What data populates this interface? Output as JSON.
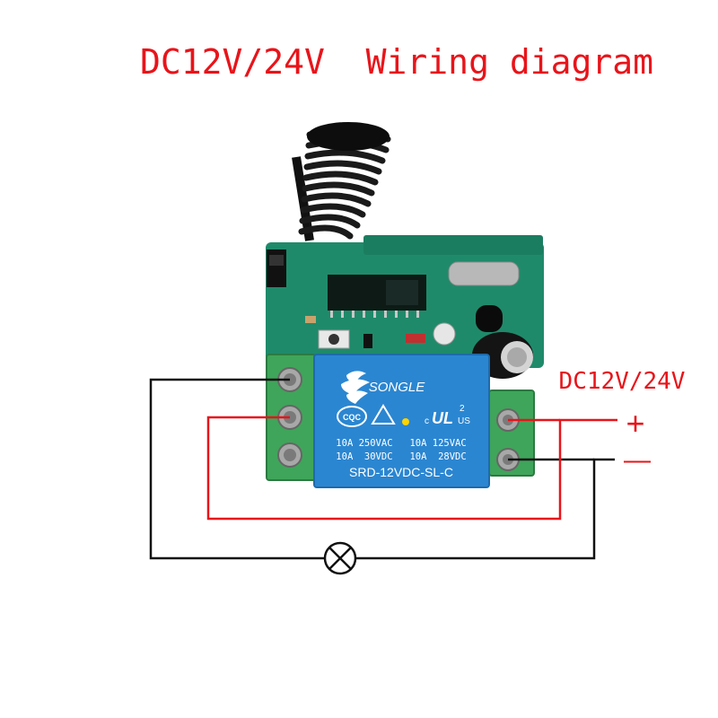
{
  "title": "DC12V/24V  Wiring diagram",
  "power_label": "DC12V/24V",
  "plus_sign": "+",
  "minus_sign": "—",
  "relay": {
    "brand": "SONGLE",
    "cert_left": "CQC",
    "cert_ul": "UL",
    "cert_c": "c",
    "cert_us": "US",
    "cert_num": "2",
    "rating_1": "10A 250VAC   10A 125VAC",
    "rating_2": "10A  30VDC   10A  28VDC",
    "model": "SRD-12VDC-SL-C"
  },
  "colors": {
    "red_wire": "#e8141a",
    "black_wire": "#111111",
    "relay_blue": "#2b86d1",
    "terminal_green": "#3fa55a",
    "pcb_green": "#1f8a6a"
  },
  "icons": {
    "lamp": "lamp-icon"
  }
}
